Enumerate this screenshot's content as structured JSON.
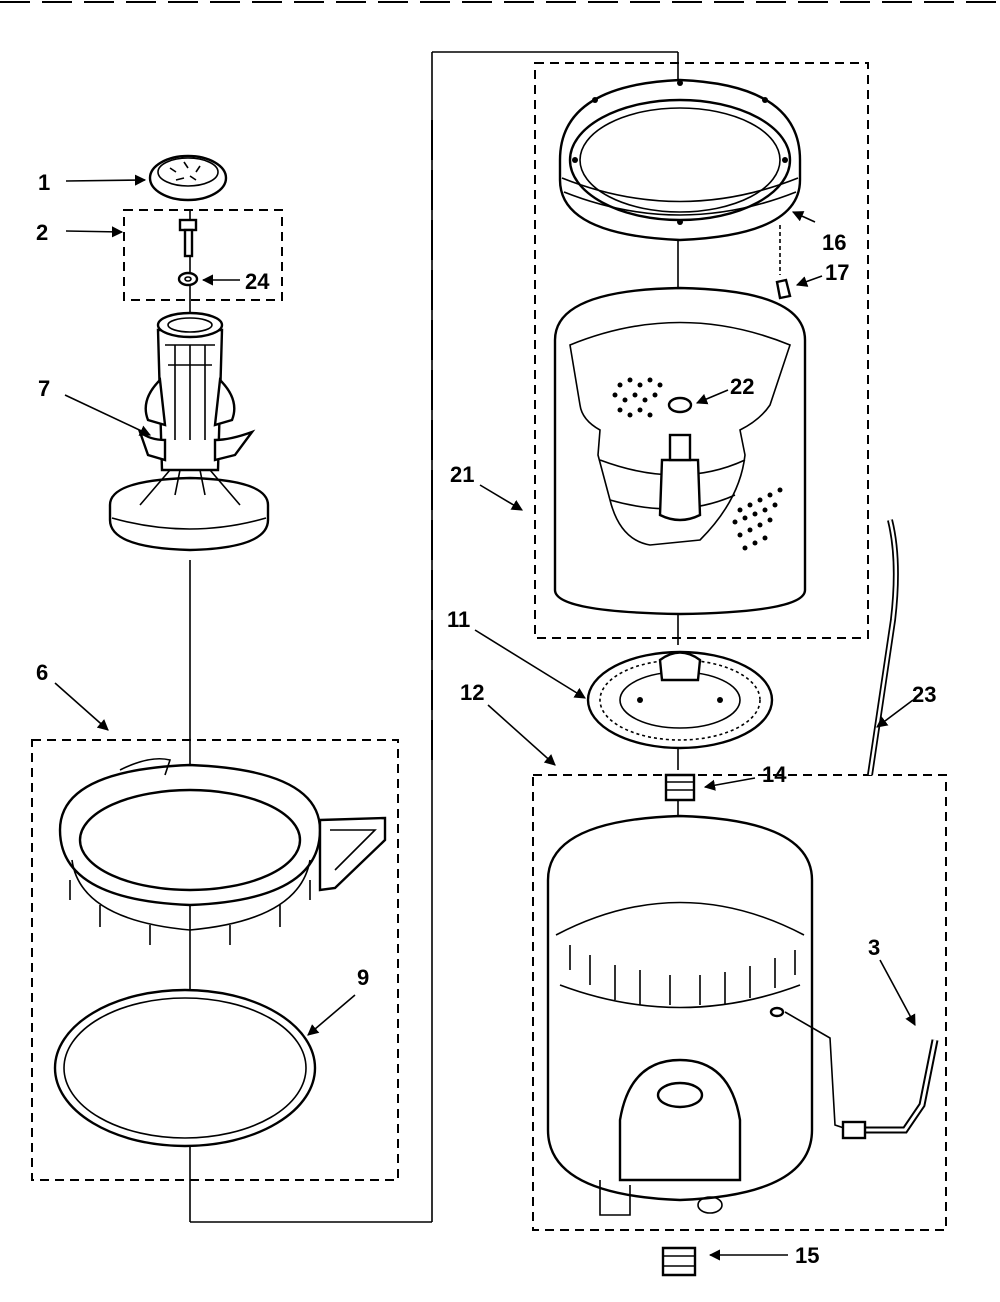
{
  "callouts": [
    {
      "id": "c1",
      "label": "1"
    },
    {
      "id": "c2",
      "label": "2"
    },
    {
      "id": "c24",
      "label": "24"
    },
    {
      "id": "c7",
      "label": "7"
    },
    {
      "id": "c6",
      "label": "6"
    },
    {
      "id": "c9",
      "label": "9"
    },
    {
      "id": "c16",
      "label": "16"
    },
    {
      "id": "c17",
      "label": "17"
    },
    {
      "id": "c22",
      "label": "22"
    },
    {
      "id": "c21",
      "label": "21"
    },
    {
      "id": "c11",
      "label": "11"
    },
    {
      "id": "c23",
      "label": "23"
    },
    {
      "id": "c12",
      "label": "12"
    },
    {
      "id": "c14",
      "label": "14"
    },
    {
      "id": "c3",
      "label": "3"
    },
    {
      "id": "c15",
      "label": "15"
    }
  ]
}
